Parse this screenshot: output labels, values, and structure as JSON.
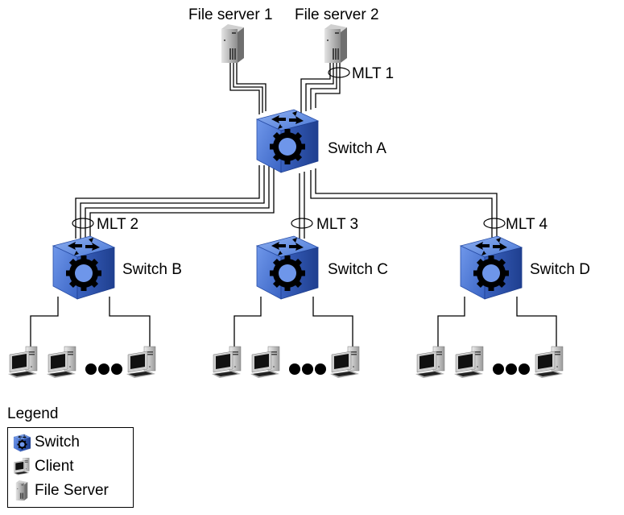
{
  "diagram": {
    "file_servers": [
      {
        "label": "File server 1"
      },
      {
        "label": "File server 2"
      }
    ],
    "switches": [
      {
        "id": "A",
        "label": "Switch A"
      },
      {
        "id": "B",
        "label": "Switch B"
      },
      {
        "id": "C",
        "label": "Switch C"
      },
      {
        "id": "D",
        "label": "Switch D"
      }
    ],
    "mlts": [
      {
        "label": "MLT 1",
        "between": [
          "File server 2",
          "Switch A"
        ]
      },
      {
        "label": "MLT 2",
        "between": [
          "Switch A",
          "Switch B"
        ]
      },
      {
        "label": "MLT 3",
        "between": [
          "Switch A",
          "Switch C"
        ]
      },
      {
        "label": "MLT 4",
        "between": [
          "Switch A",
          "Switch D"
        ]
      }
    ],
    "client_groups": [
      {
        "switch": "Switch B",
        "clients_shown": 3,
        "ellipsis": "●●●"
      },
      {
        "switch": "Switch C",
        "clients_shown": 3,
        "ellipsis": "●●●"
      },
      {
        "switch": "Switch D",
        "clients_shown": 3,
        "ellipsis": "●●●"
      }
    ],
    "colors": {
      "switch_blue": "#4a78d6",
      "switch_dark": "#1f3f8f",
      "line": "#000000",
      "server_gray": "#9a9a9a"
    }
  },
  "legend": {
    "title": "Legend",
    "items": [
      {
        "icon": "switch-icon",
        "label": "Switch"
      },
      {
        "icon": "client-icon",
        "label": "Client"
      },
      {
        "icon": "file-server-icon",
        "label": "File Server"
      }
    ]
  }
}
